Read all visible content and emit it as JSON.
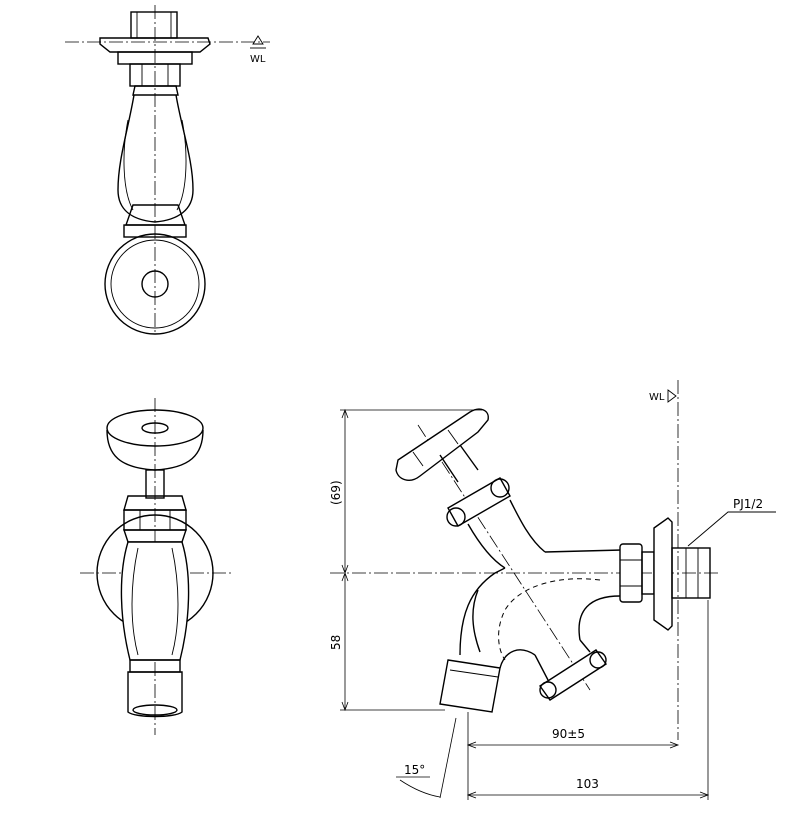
{
  "labels": {
    "wl_top": "WL",
    "wl_side": "WL",
    "pipe_thread": "PJ1/2",
    "dim_height_upper": "(69)",
    "dim_height_lower": "58",
    "dim_length_inner": "90±5",
    "dim_length_outer": "103",
    "dim_angle": "15°"
  }
}
